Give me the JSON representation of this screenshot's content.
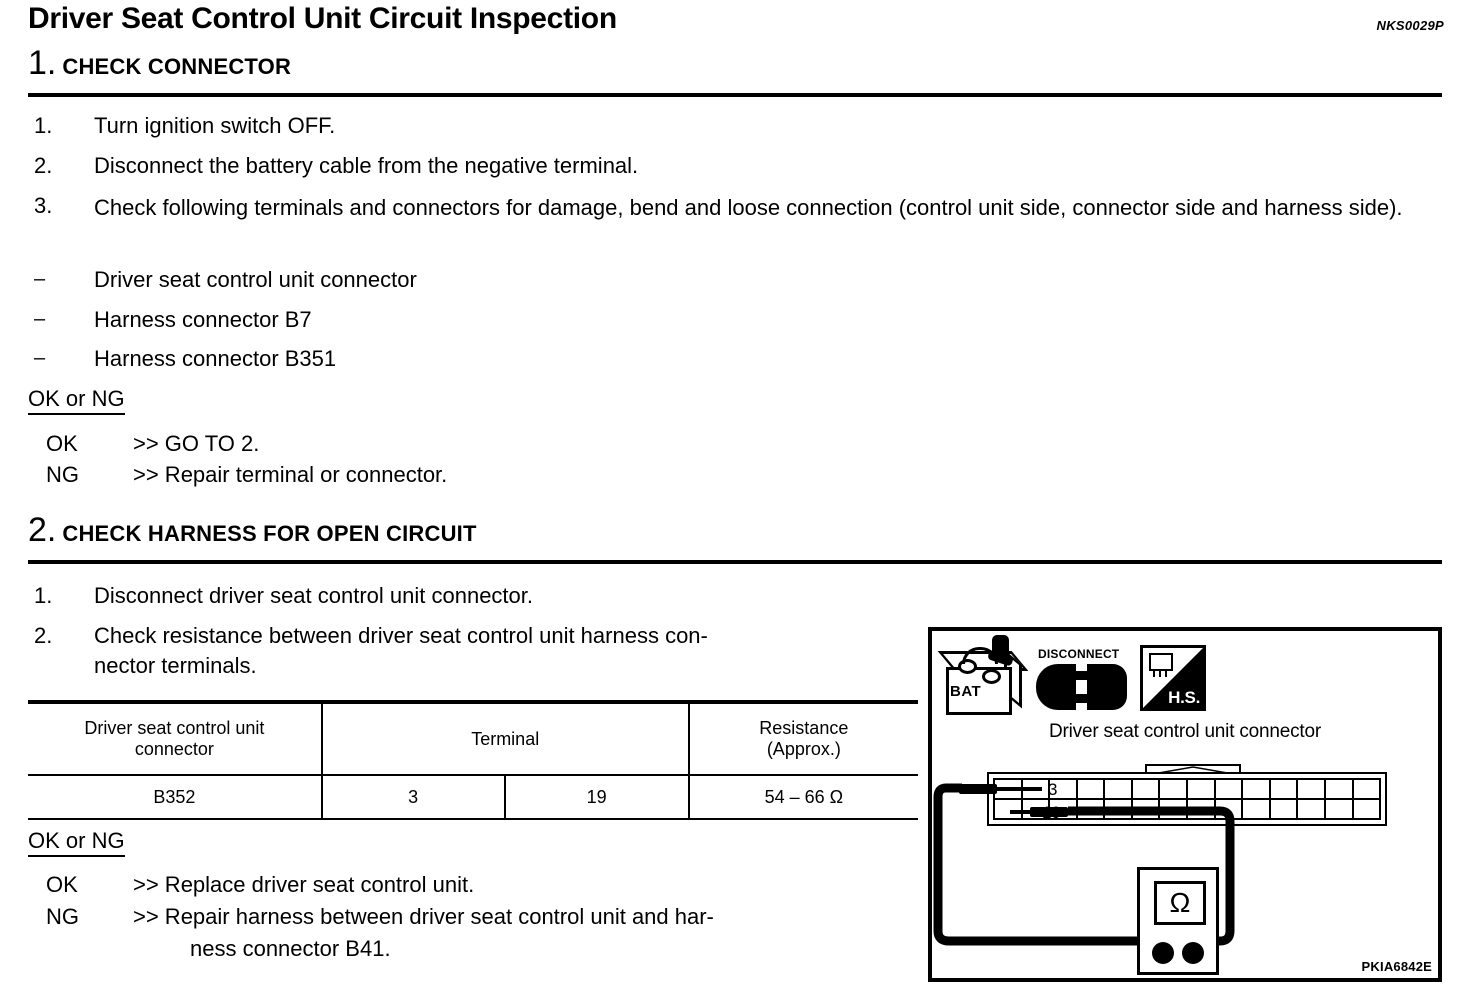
{
  "header": {
    "title": "Driver Seat Control Unit Circuit Inspection",
    "doc_code": "NKS0029P"
  },
  "steps": [
    {
      "number": "1.",
      "label": "CHECK CONNECTOR",
      "items": [
        {
          "mark": "1.",
          "text": "Turn ignition switch OFF."
        },
        {
          "mark": "2.",
          "text": "Disconnect the battery cable from the negative terminal."
        },
        {
          "mark": "3.",
          "text": "Check following terminals and connectors for damage, bend and loose connection (control unit side, connector side and harness side)."
        },
        {
          "mark": "–",
          "text": "Driver seat control unit connector"
        },
        {
          "mark": "–",
          "text": "Harness connector B7"
        },
        {
          "mark": "–",
          "text": "Harness connector B351"
        }
      ],
      "okng": {
        "title": "OK or NG",
        "ok_key": "OK",
        "ok_value": ">> GO TO 2.",
        "ng_key": "NG",
        "ng_value": ">> Repair terminal or connector."
      }
    },
    {
      "number": "2.",
      "label": "CHECK HARNESS FOR OPEN CIRCUIT",
      "items": [
        {
          "mark": "1.",
          "text": "Disconnect driver seat control unit connector."
        },
        {
          "mark": "2.",
          "text": "Check resistance between driver seat control unit harness con-"
        },
        {
          "mark": "",
          "text": "nector terminals."
        }
      ],
      "okng": {
        "title": "OK or NG",
        "ok_key": "OK",
        "ok_value": ">> Replace driver seat control unit.",
        "ng_key": "NG",
        "ng_value": ">> Repair harness between driver seat control unit and har-",
        "ng_value_cont": "ness connector B41."
      }
    }
  ],
  "table": {
    "headers": {
      "connector_line1": "Driver seat control unit",
      "connector_line2": "connector",
      "terminal": "Terminal",
      "resistance_line1": "Resistance",
      "resistance_line2": "(Approx.)"
    },
    "row": {
      "connector": "B352",
      "terminal_a": "3",
      "terminal_b": "19",
      "resistance": "54 – 66 Ω"
    }
  },
  "illustration": {
    "battery_label": "BAT",
    "disconnect_label": "DISCONNECT",
    "hs_label": "H.S.",
    "caption": "Driver seat control unit connector",
    "pin_top": "3",
    "pin_bottom": "19",
    "meter_symbol": "Ω",
    "figure_code": "PKIA6842E"
  }
}
